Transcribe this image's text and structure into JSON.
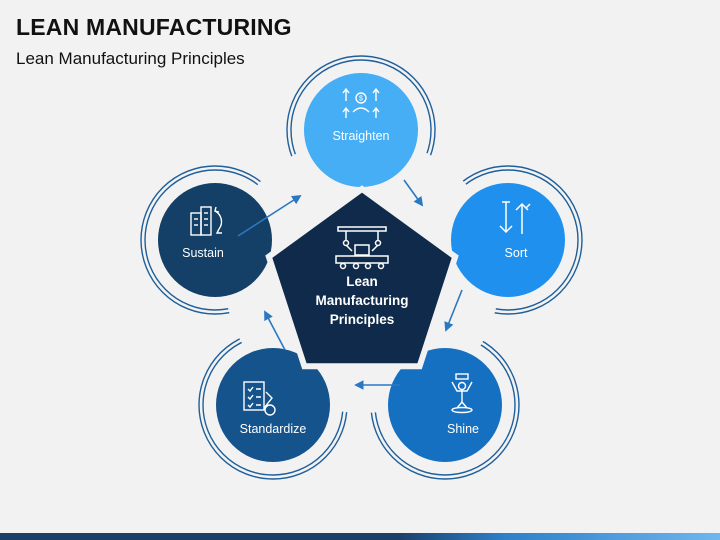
{
  "title": "LEAN MANUFACTURING",
  "subtitle": "Lean Manufacturing Principles",
  "center": {
    "lines": [
      "Lean",
      "Manufacturing",
      "Principles"
    ],
    "color": "#0f2a4a"
  },
  "steps": [
    {
      "label": "Straighten",
      "icon": "person-arrows-icon",
      "color": "#45aef5"
    },
    {
      "label": "Sort",
      "icon": "sort-arrows-icon",
      "color": "#1f90ee"
    },
    {
      "label": "Shine",
      "icon": "spotlight-person-icon",
      "color": "#1670c2"
    },
    {
      "label": "Standardize",
      "icon": "checklist-icon",
      "color": "#15538d"
    },
    {
      "label": "Sustain",
      "icon": "building-recycle-icon",
      "color": "#143f66"
    }
  ],
  "colors": {
    "ring": "#1f5f9a",
    "arrow": "#2a78c4",
    "background": "#f2f2f2"
  }
}
